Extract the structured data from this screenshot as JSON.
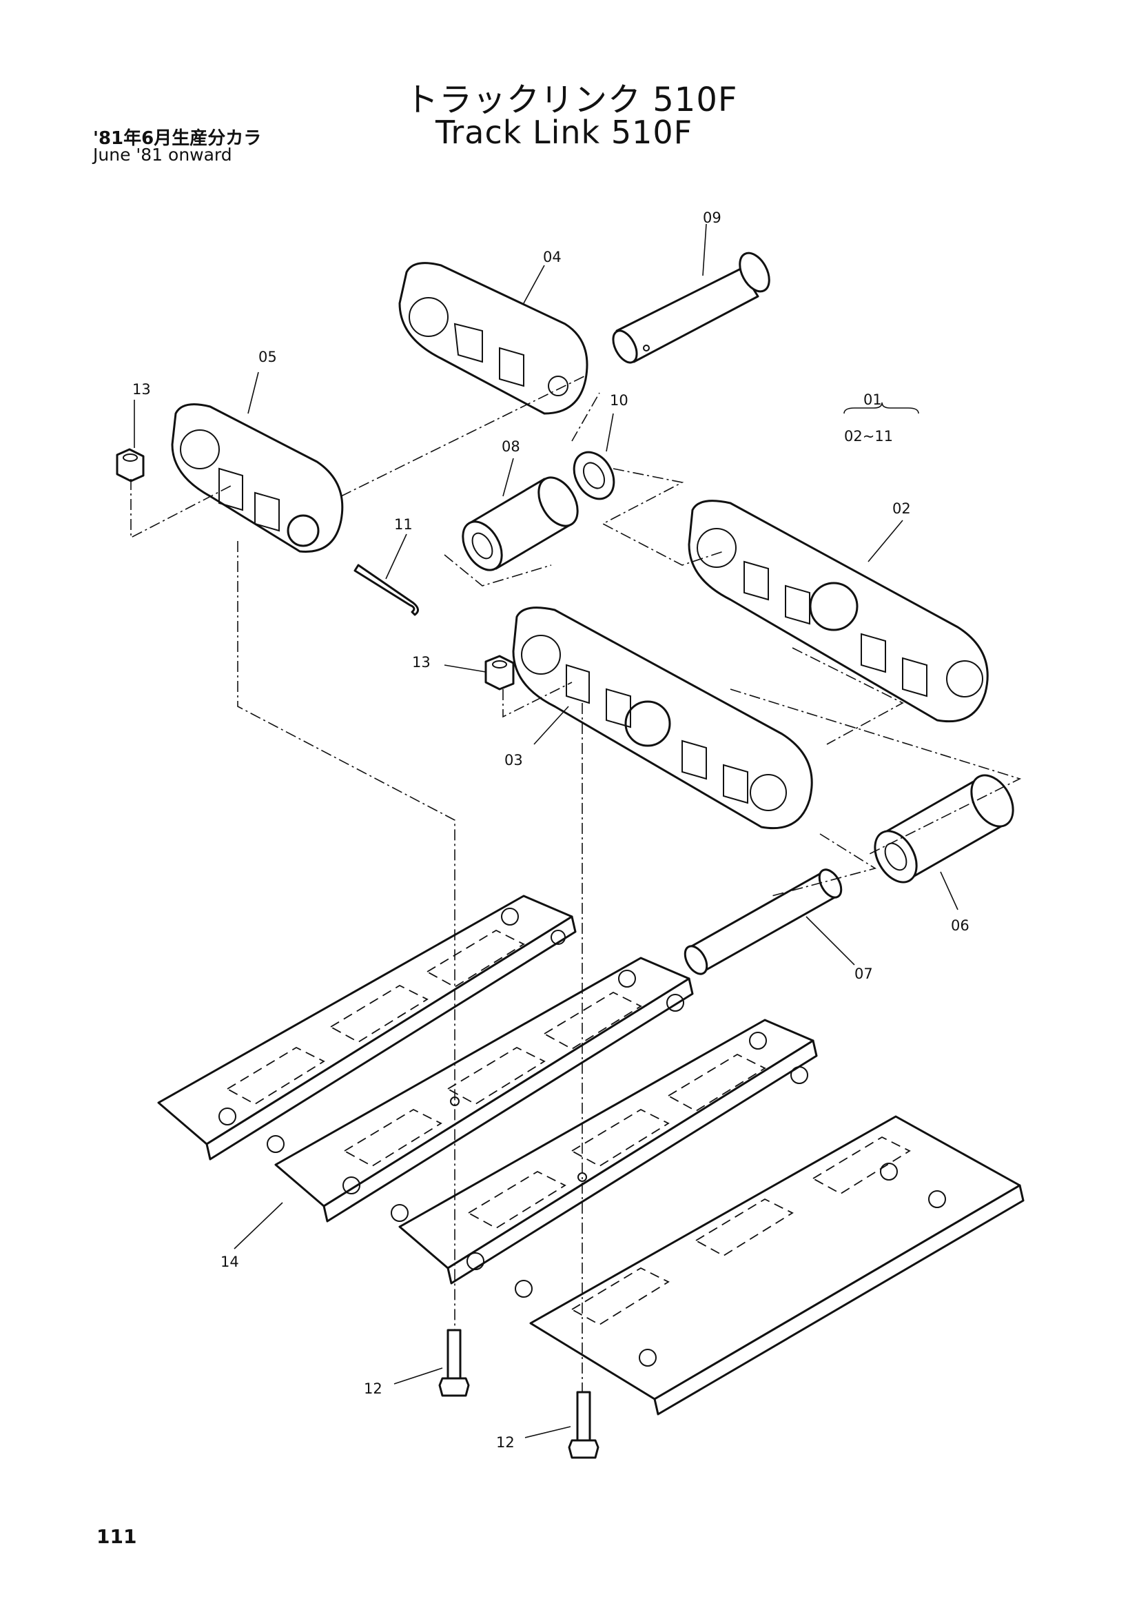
{
  "header": {
    "title_jp": "トラックリンク 510F",
    "title_en": "Track Link 510F",
    "production_jp": "'81年6月生産分カラ",
    "production_en": "June '81 onward"
  },
  "assembly": {
    "number": "01",
    "range": "02~11"
  },
  "callouts": {
    "c02": "02",
    "c03": "03",
    "c04": "04",
    "c05": "05",
    "c06": "06",
    "c07": "07",
    "c08": "08",
    "c09": "09",
    "c10": "10",
    "c11": "11",
    "c12a": "12",
    "c12b": "12",
    "c13a": "13",
    "c13b": "13",
    "c14": "14"
  },
  "footer": {
    "page_number": "111"
  }
}
